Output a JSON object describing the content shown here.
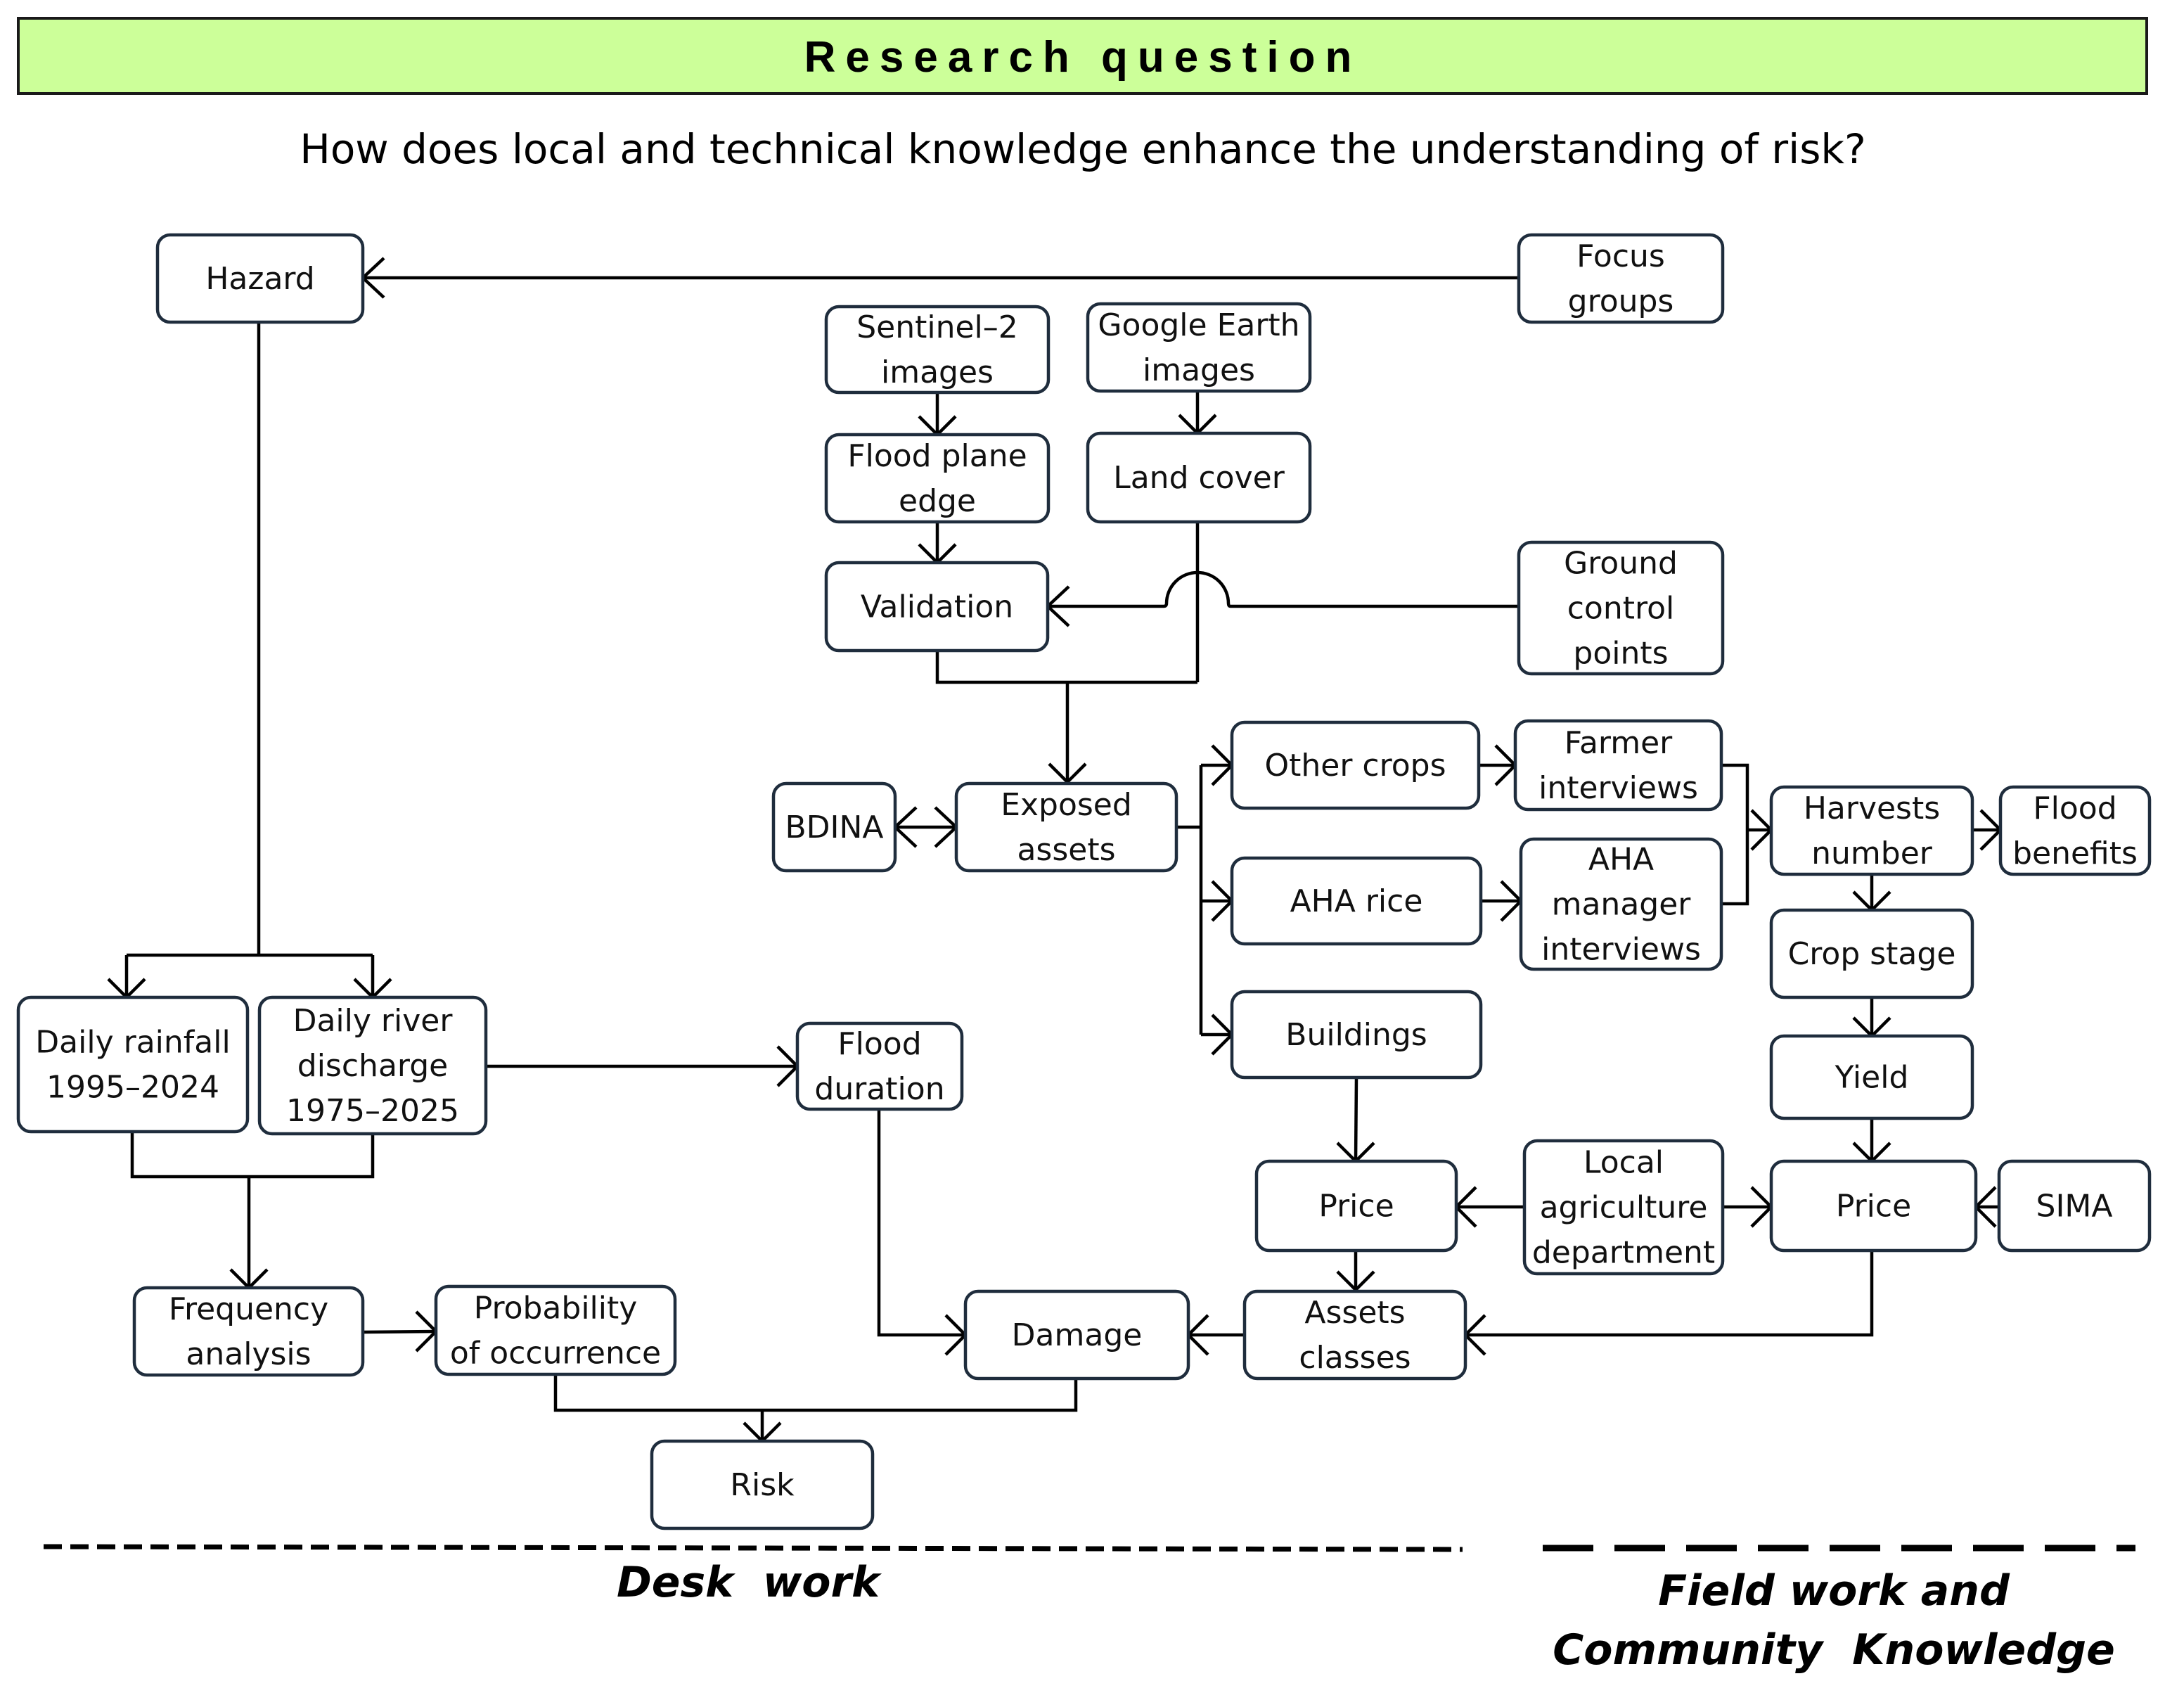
{
  "header": {
    "title": "Research question",
    "question": "How does local and technical knowledge enhance the understanding of risk?"
  },
  "nodes": [
    {
      "id": "hazard",
      "lines": [
        "Hazard"
      ]
    },
    {
      "id": "focus",
      "lines": [
        "Focus",
        "groups"
      ]
    },
    {
      "id": "sentinel",
      "lines": [
        "Sentinel–2",
        "images"
      ]
    },
    {
      "id": "google",
      "lines": [
        "Google Earth",
        "images"
      ]
    },
    {
      "id": "floodplane",
      "lines": [
        "Flood plane",
        "edge"
      ]
    },
    {
      "id": "landcover",
      "lines": [
        "Land cover"
      ]
    },
    {
      "id": "validation",
      "lines": [
        "Validation"
      ]
    },
    {
      "id": "gcp",
      "lines": [
        "Ground",
        "control",
        "points"
      ]
    },
    {
      "id": "bdina",
      "lines": [
        "BDINA"
      ]
    },
    {
      "id": "exposed",
      "lines": [
        "Exposed",
        "assets"
      ]
    },
    {
      "id": "othercrops",
      "lines": [
        "Other crops"
      ]
    },
    {
      "id": "aharice",
      "lines": [
        "AHA rice"
      ]
    },
    {
      "id": "buildings",
      "lines": [
        "Buildings"
      ]
    },
    {
      "id": "farmer",
      "lines": [
        "Farmer",
        "interviews"
      ]
    },
    {
      "id": "ahamgr",
      "lines": [
        "AHA",
        "manager",
        "interviews"
      ]
    },
    {
      "id": "harvests",
      "lines": [
        "Harvests",
        "number"
      ]
    },
    {
      "id": "floodben",
      "lines": [
        "Flood",
        "benefits"
      ]
    },
    {
      "id": "cropstage",
      "lines": [
        "Crop stage"
      ]
    },
    {
      "id": "yield",
      "lines": [
        "Yield"
      ]
    },
    {
      "id": "rainfall",
      "lines": [
        "Daily rainfall",
        "1995–2024"
      ]
    },
    {
      "id": "discharge",
      "lines": [
        "Daily river",
        "discharge",
        "1975–2025"
      ]
    },
    {
      "id": "floodduration",
      "lines": [
        "Flood",
        "duration"
      ]
    },
    {
      "id": "price1",
      "lines": [
        "Price"
      ]
    },
    {
      "id": "localag",
      "lines": [
        "Local",
        "agriculture",
        "department"
      ]
    },
    {
      "id": "price2",
      "lines": [
        "Price"
      ]
    },
    {
      "id": "sima",
      "lines": [
        "SIMA"
      ]
    },
    {
      "id": "frequency",
      "lines": [
        "Frequency",
        "analysis"
      ]
    },
    {
      "id": "probability",
      "lines": [
        "Probability",
        "of occurrence"
      ]
    },
    {
      "id": "damage",
      "lines": [
        "Damage"
      ]
    },
    {
      "id": "assetclasses",
      "lines": [
        "Assets",
        "classes"
      ]
    },
    {
      "id": "risk",
      "lines": [
        "Risk"
      ]
    }
  ],
  "footer": {
    "desk_label": "Desk  work",
    "field_label_line1": "Field work and",
    "field_label_line2": "Community  Knowledge"
  }
}
